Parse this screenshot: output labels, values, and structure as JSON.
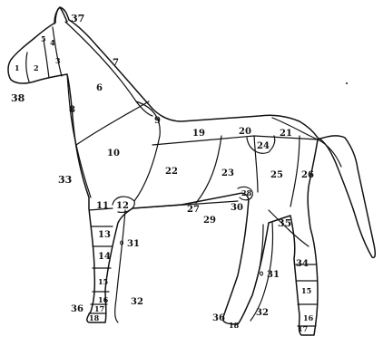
{
  "diagram": {
    "labels": {
      "l1": "1",
      "l2": "2",
      "l3": "3",
      "l4": "4",
      "l5": "5",
      "l6": "6",
      "l7": "7",
      "l8": "8",
      "l9": "9",
      "l10": "10",
      "l11": "11",
      "l12": "12",
      "l13": "13",
      "l14": "14",
      "l15a": "15",
      "l15b": "15",
      "l16a": "16",
      "l16b": "16",
      "l17a": "17",
      "l17b": "17",
      "l18a": "18",
      "l18b": "18",
      "l19": "19",
      "l20": "20",
      "l21": "21",
      "l22": "22",
      "l23": "23",
      "l24": "24",
      "l25": "25",
      "l26": "26",
      "l27": "27",
      "l28": "28",
      "l29": "29",
      "l30": "30",
      "l31a": "31",
      "l31b": "31",
      "l32a": "32",
      "l32b": "32",
      "l33": "33",
      "l34": "34",
      "l35": "35",
      "l36a": "36",
      "l36b": "36",
      "l37": "37",
      "l38": "38"
    }
  }
}
